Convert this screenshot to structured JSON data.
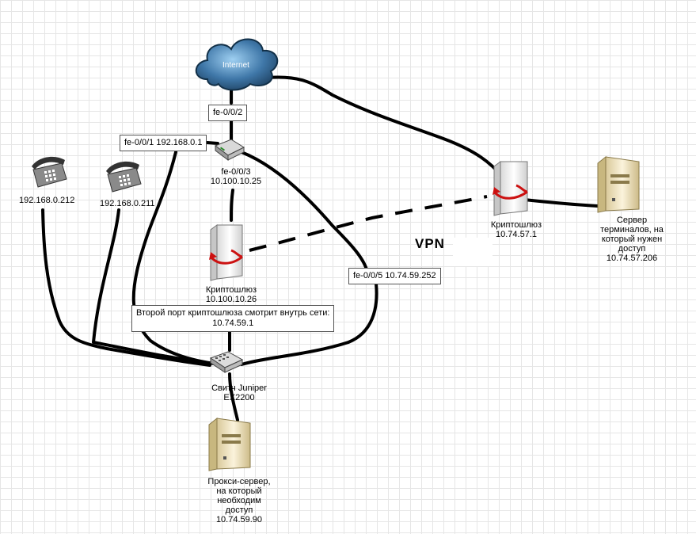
{
  "nodes": {
    "internet": {
      "label": "Internet"
    },
    "phone1": {
      "label": "192.168.0.212"
    },
    "phone2": {
      "label": "192.168.0.211"
    },
    "router": {
      "label": "fe-0/0/3\n10.100.10.25"
    },
    "crypto_left": {
      "label": "Криптошлюз\n10.100.10.26"
    },
    "crypto_right": {
      "label": "Криптошлюз\n10.74.57.1"
    },
    "terminal_server": {
      "label": "Сервер\nтерминалов, на\nкоторый нужен\nдоступ\n10.74.57.206"
    },
    "switch": {
      "label": "Свитч Juniper\nEX2200"
    },
    "proxy_server": {
      "label": "Прокси-сервер,\nна который\nнеобходим\nдоступ\n10.74.59.90"
    }
  },
  "boxes": {
    "fe002": "fe-0/0/2",
    "fe001": "fe-0/0/1 192.168.0.1",
    "fe005": "fe-0/0/5 10.74.59.252",
    "second_port": "Второй порт криптошлюза смотрит внутрь сети:\n10.74.59.1"
  },
  "vpn_label": "VPN",
  "colors": {
    "cable": "#000000",
    "cloud_dark": "#1f4466",
    "cloud_light": "#7db6e0",
    "server_arrow": "#cc1111",
    "server_body": "#e8e8e8",
    "tower_body": "#efe3c0"
  }
}
